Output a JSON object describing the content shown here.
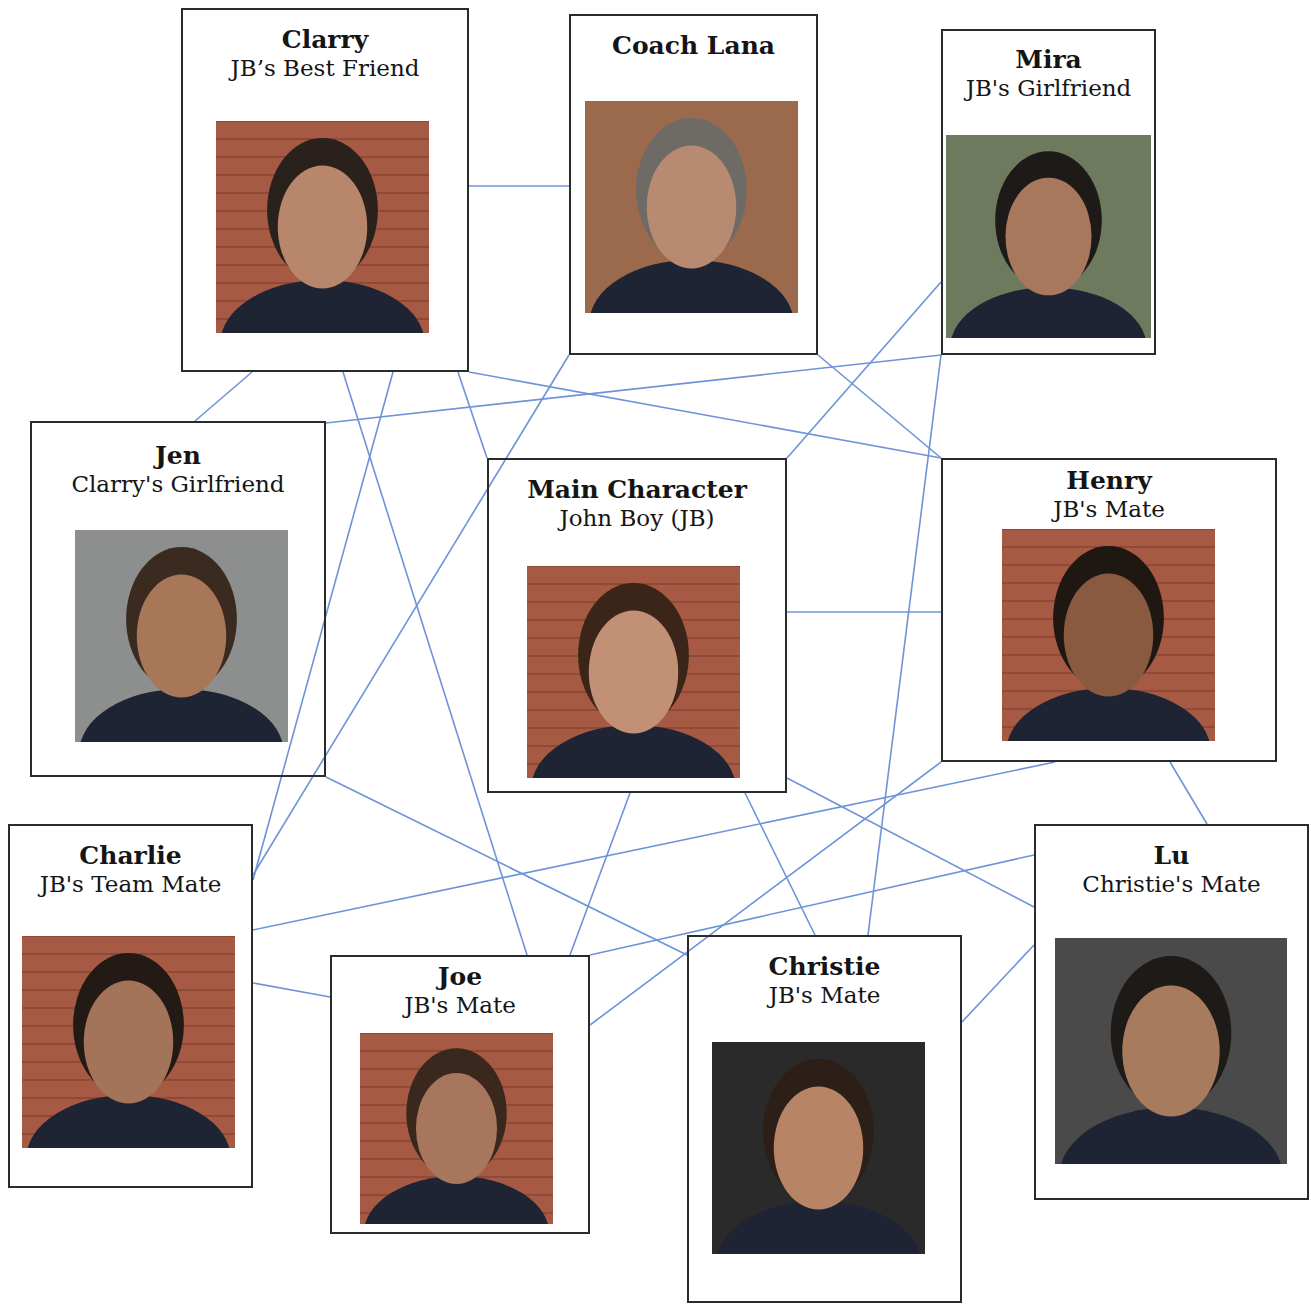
{
  "diagram": {
    "nodes": [
      {
        "text": [
          "Clarry",
          "JB’s Best Friend"
        ]
      },
      {
        "text": [
          "Coach Lana"
        ]
      },
      {
        "text": [
          "Mira",
          "JB's Girlfriend"
        ]
      },
      {
        "text": [
          "Jen",
          "Clarry's Girlfriend"
        ]
      },
      {
        "text": [
          "Main Character",
          "John Boy (JB)"
        ]
      },
      {
        "text": [
          "Henry",
          "JB's Mate"
        ]
      },
      {
        "text": [
          "Charlie",
          "JB's Team Mate"
        ]
      },
      {
        "text": [
          "Joe",
          "JB's Mate"
        ]
      },
      {
        "text": [
          "Christie",
          "JB's Mate"
        ]
      },
      {
        "text": [
          "Lu",
          "Christie's Mate"
        ]
      }
    ],
    "edges": [
      {
        "from": 0,
        "to": 1,
        "arrow": "none"
      },
      {
        "from": 0,
        "to": 3,
        "arrow": "none"
      },
      {
        "from": 0,
        "to": 7,
        "arrow": "none"
      },
      {
        "from": 0,
        "to": 6,
        "arrow": "none"
      },
      {
        "from": 0,
        "to": 4,
        "arrow": "none"
      },
      {
        "from": 0,
        "to": 5,
        "arrow": "none"
      },
      {
        "from": 1,
        "to": 6,
        "arrow": "none"
      },
      {
        "from": 1,
        "to": 5,
        "arrow": "none"
      },
      {
        "from": 2,
        "to": 3,
        "arrow": "none"
      },
      {
        "from": 2,
        "to": 4,
        "arrow": "none"
      },
      {
        "from": 2,
        "to": 8,
        "arrow": "none"
      },
      {
        "from": 4,
        "to": 5,
        "arrow": "none"
      },
      {
        "from": 4,
        "to": 7,
        "arrow": "none"
      },
      {
        "from": 4,
        "to": 8,
        "arrow": "none"
      },
      {
        "from": 4,
        "to": 9,
        "arrow": "none"
      },
      {
        "from": 3,
        "to": 8,
        "arrow": "none"
      },
      {
        "from": 5,
        "to": 6,
        "arrow": "none"
      },
      {
        "from": 5,
        "to": 7,
        "arrow": "none"
      },
      {
        "from": 5,
        "to": 9,
        "arrow": "none"
      },
      {
        "from": 6,
        "to": 7,
        "arrow": "none"
      },
      {
        "from": 9,
        "to": 7,
        "arrow": "none"
      },
      {
        "from": 9,
        "to": 8,
        "arrow": "none"
      }
    ]
  }
}
